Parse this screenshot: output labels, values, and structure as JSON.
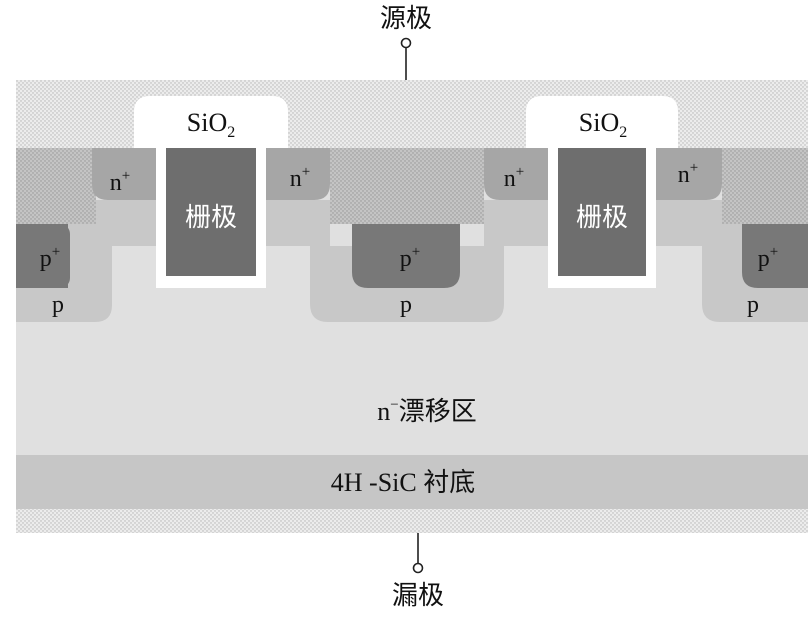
{
  "terminals": {
    "source": "源极",
    "drain": "漏极"
  },
  "oxide": {
    "label": "SiO",
    "sub": "2"
  },
  "gate": {
    "label": "栅极"
  },
  "regions": {
    "n_plus": {
      "base": "n",
      "sup": "+"
    },
    "p_plus": {
      "base": "p",
      "sup": "+"
    },
    "p": "p",
    "drift": {
      "base": "n",
      "sup": "−",
      "rest": "漂移区"
    },
    "substrate": "4H -SiC 衬底"
  },
  "colors": {
    "metal": "#eeeeee",
    "metal_dots": "#bdbdbd",
    "oxide": "#ffffff",
    "gate": "#6e6e6e",
    "n_plus": "#a6a6a6",
    "p_plus": "#787878",
    "p_well": "#c6c6c6",
    "drift": "#e2e2e2",
    "substrate": "#c6c6c6",
    "outline": "#777777"
  }
}
